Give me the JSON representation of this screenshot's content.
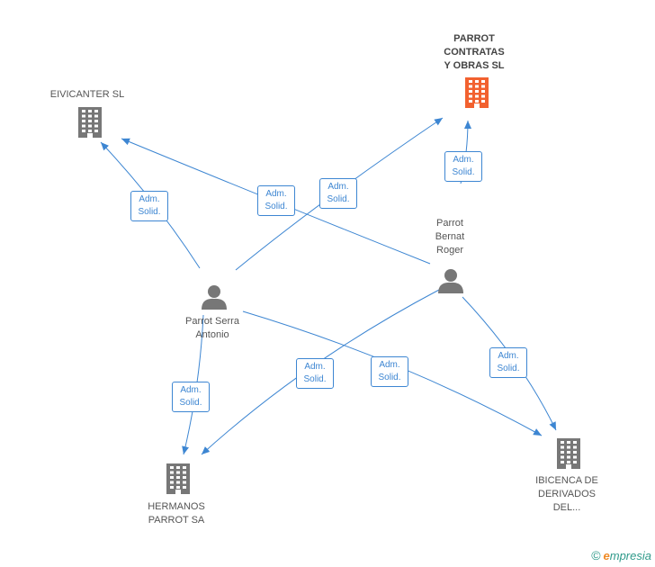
{
  "colors": {
    "edge": "#3d86d2",
    "company": "#777777",
    "main_company": "#f2612f",
    "person": "#777777",
    "label_text": "#555555"
  },
  "companies": [
    {
      "id": "parrot-contratas",
      "name": [
        "PARROT",
        "CONTRATAS",
        "Y OBRAS SL"
      ],
      "main": true,
      "icon": "building-icon"
    },
    {
      "id": "eivicanter",
      "name": [
        "EIVICANTER SL"
      ],
      "main": false,
      "icon": "building-icon"
    },
    {
      "id": "hermanos-parrot",
      "name": [
        "HERMANOS",
        "PARROT SA"
      ],
      "main": false,
      "icon": "building-icon"
    },
    {
      "id": "ibicenca",
      "name": [
        "IBICENCA DE",
        "DERIVADOS",
        "DEL..."
      ],
      "main": false,
      "icon": "building-icon"
    }
  ],
  "persons": [
    {
      "id": "parrot-bernat",
      "name": [
        "Parrot",
        "Bernat",
        "Roger"
      ],
      "icon": "person-icon"
    },
    {
      "id": "parrot-serra",
      "name": [
        "Parrot Serra",
        "Antonio"
      ],
      "icon": "person-icon"
    }
  ],
  "relations": [
    {
      "from": "parrot-bernat",
      "to": "parrot-contratas",
      "label": [
        "Adm.",
        "Solid."
      ]
    },
    {
      "from": "parrot-bernat",
      "to": "eivicanter",
      "label": [
        "Adm.",
        "Solid."
      ]
    },
    {
      "from": "parrot-bernat",
      "to": "hermanos-parrot",
      "label": [
        "Adm.",
        "Solid."
      ]
    },
    {
      "from": "parrot-bernat",
      "to": "ibicenca",
      "label": [
        "Adm.",
        "Solid."
      ]
    },
    {
      "from": "parrot-serra",
      "to": "parrot-contratas",
      "label": [
        "Adm.",
        "Solid."
      ]
    },
    {
      "from": "parrot-serra",
      "to": "eivicanter",
      "label": [
        "Adm.",
        "Solid."
      ]
    },
    {
      "from": "parrot-serra",
      "to": "hermanos-parrot",
      "label": [
        "Adm.",
        "Solid."
      ]
    },
    {
      "from": "parrot-serra",
      "to": "ibicenca",
      "label": [
        "Adm.",
        "Solid."
      ]
    }
  ],
  "brand": {
    "copyright": "©",
    "initial": "e",
    "rest": "mpresia"
  }
}
